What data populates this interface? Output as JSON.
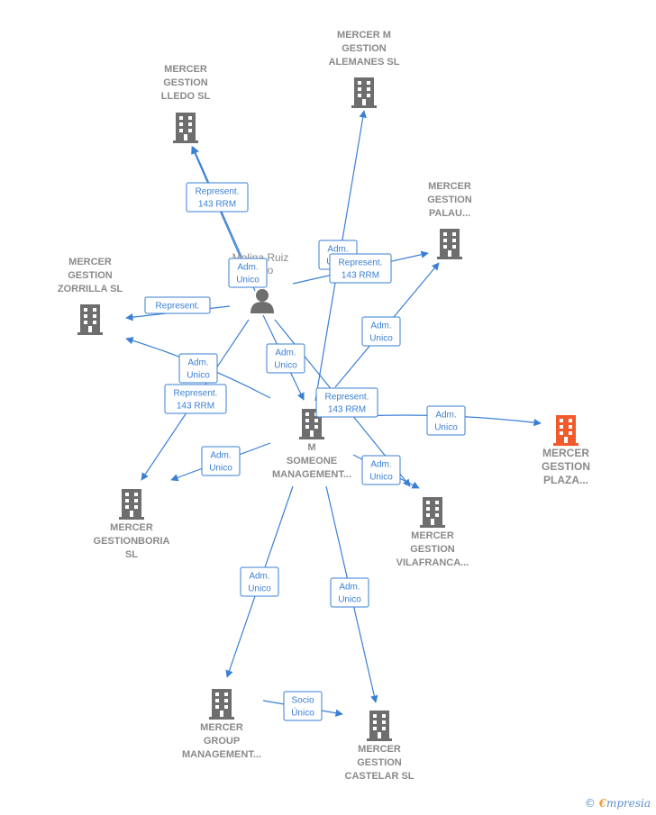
{
  "colors": {
    "edge": "#3a7fd5",
    "building": "#6e6e6e",
    "focus_building": "#f15a2b",
    "label": "#8a8a8a"
  },
  "person": {
    "label_lines": [
      "Molina Ruiz",
      "o"
    ],
    "icon": "person-icon"
  },
  "nodes": [
    {
      "id": "lledo",
      "lines": [
        "MERCER",
        "GESTION",
        "LLEDO  SL"
      ],
      "icon": "building-icon"
    },
    {
      "id": "alemanes",
      "lines": [
        "MERCER M",
        "GESTION",
        "ALEMANES  SL"
      ],
      "icon": "building-icon"
    },
    {
      "id": "palau",
      "lines": [
        "MERCER",
        "GESTION",
        "PALAU..."
      ],
      "icon": "building-icon"
    },
    {
      "id": "zorrilla",
      "lines": [
        "MERCER",
        "GESTION",
        "ZORRILLA  SL"
      ],
      "icon": "building-icon"
    },
    {
      "id": "someone",
      "lines": [
        "M",
        "SOMEONE",
        "MANAGEMENT..."
      ],
      "icon": "building-icon"
    },
    {
      "id": "plaza",
      "lines": [
        "MERCER",
        "GESTION",
        "PLAZA..."
      ],
      "icon": "building-icon",
      "focus": true
    },
    {
      "id": "boria",
      "lines": [
        "MERCER",
        "GESTIONBORIA",
        "SL"
      ],
      "icon": "building-icon"
    },
    {
      "id": "vilafranca",
      "lines": [
        "MERCER",
        "GESTION",
        "VILAFRANCA..."
      ],
      "icon": "building-icon"
    },
    {
      "id": "group",
      "lines": [
        "MERCER",
        "GROUP",
        "MANAGEMENT..."
      ],
      "icon": "building-icon"
    },
    {
      "id": "castelar",
      "lines": [
        "MERCER",
        "GESTION",
        "CASTELAR  SL"
      ],
      "icon": "building-icon"
    }
  ],
  "edge_labels": [
    {
      "id": "e-lledo",
      "lines": [
        "Represent.",
        "143 RRM"
      ]
    },
    {
      "id": "e-person-adm",
      "lines": [
        "Adm.",
        "Unico"
      ]
    },
    {
      "id": "e-alemanes",
      "lines": [
        "Adm.",
        "Unico"
      ]
    },
    {
      "id": "e-palau-rep",
      "lines": [
        "Represent.",
        "143 RRM"
      ]
    },
    {
      "id": "e-zorrilla",
      "lines": [
        "Represent."
      ]
    },
    {
      "id": "e-palau-adm",
      "lines": [
        "Adm.",
        "Unico"
      ]
    },
    {
      "id": "e-someone-adm",
      "lines": [
        "Adm.",
        "Unico"
      ]
    },
    {
      "id": "e-zorrilla-adm",
      "lines": [
        "Adm.",
        "Unico"
      ]
    },
    {
      "id": "e-boria-rep",
      "lines": [
        "Represent.",
        "143 RRM"
      ]
    },
    {
      "id": "e-vila-rep",
      "lines": [
        "Represent.",
        "143 RRM"
      ]
    },
    {
      "id": "e-plaza",
      "lines": [
        "Adm.",
        "Unico"
      ]
    },
    {
      "id": "e-boria-adm",
      "lines": [
        "Adm.",
        "Unico"
      ]
    },
    {
      "id": "e-vila-adm",
      "lines": [
        "Adm.",
        "Unico"
      ]
    },
    {
      "id": "e-group",
      "lines": [
        "Adm.",
        "Unico"
      ]
    },
    {
      "id": "e-castelar",
      "lines": [
        "Adm.",
        "Unico"
      ]
    },
    {
      "id": "e-socio",
      "lines": [
        "Socio",
        "Único"
      ]
    }
  ],
  "brand": {
    "copyright": "©",
    "e": "€",
    "rest": "mpresia"
  }
}
